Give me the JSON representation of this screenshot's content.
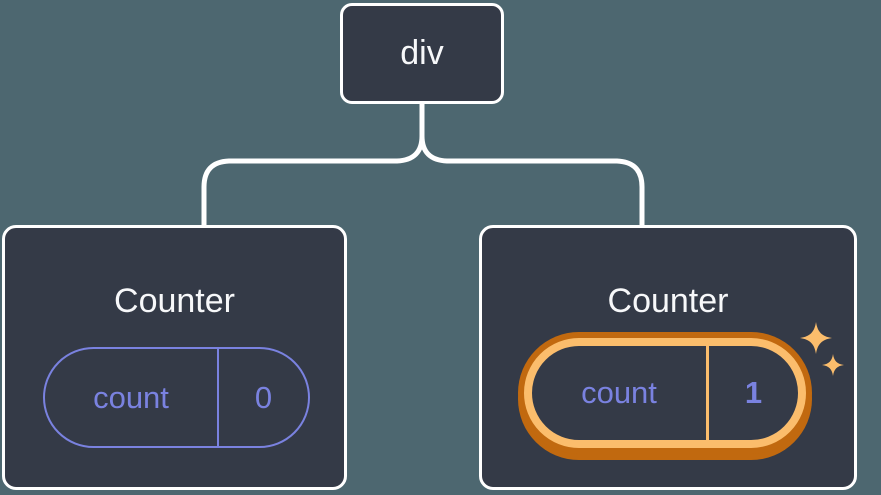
{
  "diagram": {
    "description": "React component tree with preserved state",
    "background_color": "#4d6770",
    "connector_color": "#ffffff",
    "root": {
      "label": "div"
    },
    "nodes": [
      {
        "title": "Counter",
        "state_key": "count",
        "state_value": "0",
        "highlighted": false
      },
      {
        "title": "Counter",
        "state_key": "count",
        "state_value": "1",
        "highlighted": true
      }
    ],
    "colors": {
      "card_background": "#343a47",
      "card_border": "#ffffff",
      "title_text": "#f7f8fa",
      "state_accent": "#7a82e0",
      "highlight_ring_outer": "#c1690f",
      "highlight_ring_inner": "#fbbd6c",
      "sparkle": "#fbbd6c"
    },
    "icons": {
      "sparkles": "sparkles-icon"
    }
  }
}
